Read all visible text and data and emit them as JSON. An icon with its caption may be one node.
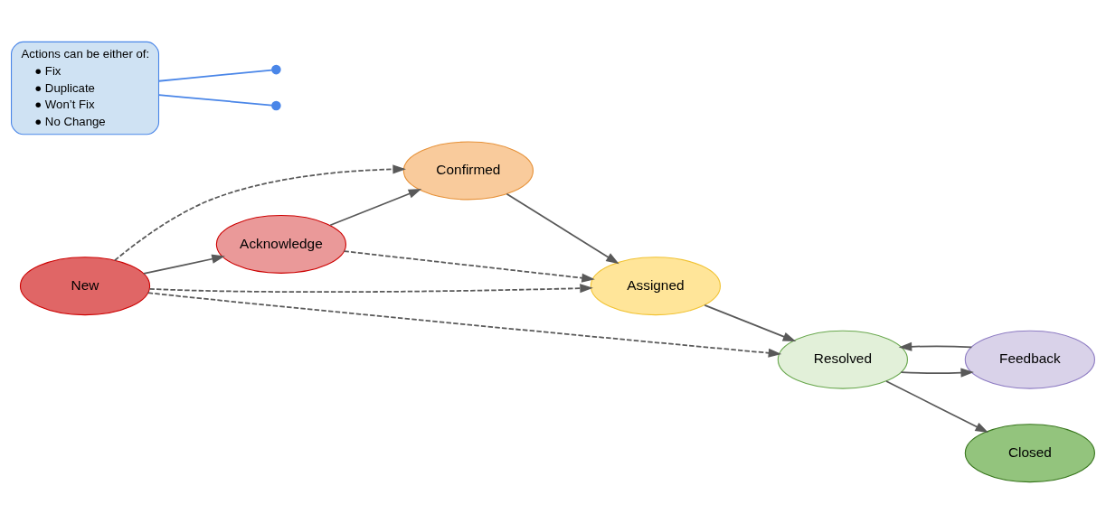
{
  "diagram": {
    "nodes": [
      {
        "text": [
          "New"
        ]
      },
      {
        "text": [
          "Acknowledge"
        ]
      },
      {
        "text": [
          "Confirmed"
        ]
      },
      {
        "text": [
          "Assigned"
        ]
      },
      {
        "text": [
          "Resolved"
        ]
      },
      {
        "text": [
          "Feedback"
        ]
      },
      {
        "text": [
          "Closed"
        ]
      },
      {
        "text": [
          "Actions can be either of:",
          "● Fix",
          "● Duplicate",
          "● Won’t Fix",
          "● No Change"
        ]
      }
    ],
    "edges": [
      {
        "from": 0,
        "to": 1,
        "arrow": "to"
      },
      {
        "from": 1,
        "to": 2,
        "arrow": "to"
      },
      {
        "from": 0,
        "to": 2,
        "arrow": "to",
        "style": "dashed"
      },
      {
        "from": 1,
        "to": 3,
        "arrow": "to",
        "style": "dashed"
      },
      {
        "from": 0,
        "to": 3,
        "arrow": "to",
        "style": "dashed"
      },
      {
        "from": 2,
        "to": 3,
        "arrow": "to"
      },
      {
        "from": 3,
        "to": 4,
        "arrow": "to"
      },
      {
        "from": 0,
        "to": 4,
        "arrow": "to",
        "style": "dashed"
      },
      {
        "from": 4,
        "to": 5,
        "arrow": "to"
      },
      {
        "from": 5,
        "to": 4,
        "arrow": "to"
      },
      {
        "from": 4,
        "to": 6,
        "arrow": "to"
      },
      {
        "from": 7,
        "to": null,
        "arrow": "other",
        "color": "#4a86e8"
      },
      {
        "from": 7,
        "to": null,
        "arrow": "other",
        "color": "#4a86e8"
      }
    ]
  }
}
